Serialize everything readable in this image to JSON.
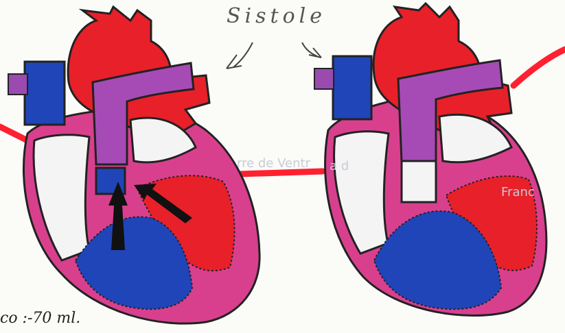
{
  "title": "Sistole",
  "volume_note": "co :-70 ml.",
  "faint_text": [
    "rre de Ventr",
    "a d",
    "Franc"
  ],
  "colors": {
    "oxygenated": "#e8202a",
    "deoxygenated": "#1f45b8",
    "vessel": "#a64bb5",
    "wall": "#d8408e",
    "outline": "#222222",
    "timeline": "#ff2030"
  }
}
